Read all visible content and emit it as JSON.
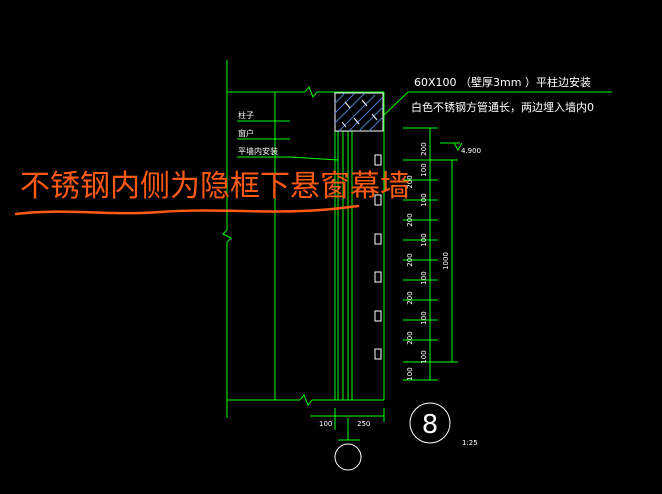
{
  "annotation": {
    "text": "不锈钢内侧为隐框下悬窗幕墙",
    "color": "#ff5a14"
  },
  "callout": {
    "line1": "60X100  （壁厚3mm  ）平柱边安装",
    "line2": "白色不锈钢方管通长，两边埋入墙内0"
  },
  "labels": {
    "column": "柱子",
    "window": "窗户",
    "wall_mount": "平墙内安装"
  },
  "dims": {
    "level": "4.900",
    "spacing": "200",
    "spacing_alt": "100",
    "total": "1000",
    "bottom": "100",
    "bottom_left": "100",
    "bottom_width": "250"
  },
  "detail": {
    "number": "8",
    "scale": "1:25"
  },
  "colors": {
    "line_green": "#00ff00",
    "text_white": "#ffffff",
    "background": "#000000",
    "hatch_blue": "#4a7bd0"
  }
}
